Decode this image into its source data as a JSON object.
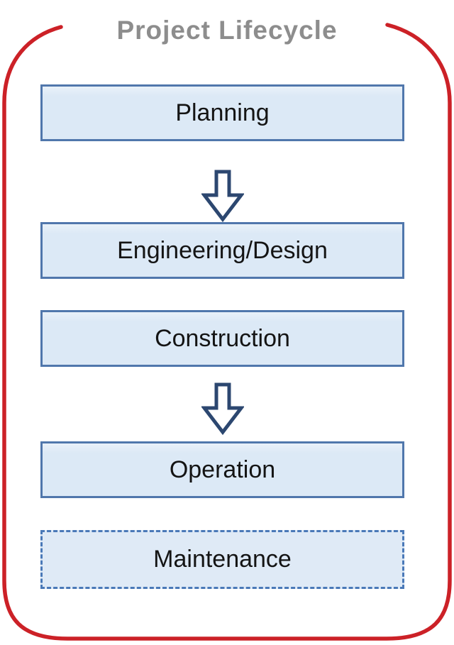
{
  "title": "Project Lifecycle",
  "diagram": {
    "stages": [
      {
        "label": "Planning",
        "border_style": "solid"
      },
      {
        "label": "Engineering/Design",
        "border_style": "solid"
      },
      {
        "label": "Construction",
        "border_style": "solid"
      },
      {
        "label": "Operation",
        "border_style": "solid"
      },
      {
        "label": "Maintenance",
        "border_style": "dashed"
      }
    ],
    "connectors": [
      {
        "type": "down-block-arrow",
        "from": "Planning",
        "to": "Engineering/Design"
      },
      {
        "type": "down-block-arrow",
        "from": "Construction",
        "to": "Operation"
      }
    ],
    "enclosure": "open-top rounded red outline"
  },
  "colors": {
    "outline_red": "#cc2127",
    "box_fill": "#dce9f6",
    "box_border_blue": "#5077ac",
    "dashed_border_blue": "#4a79b8",
    "arrow_navy": "#2c4770",
    "title_gray": "#8d8d8d",
    "box_text": "#141414",
    "background": "#ffffff"
  }
}
